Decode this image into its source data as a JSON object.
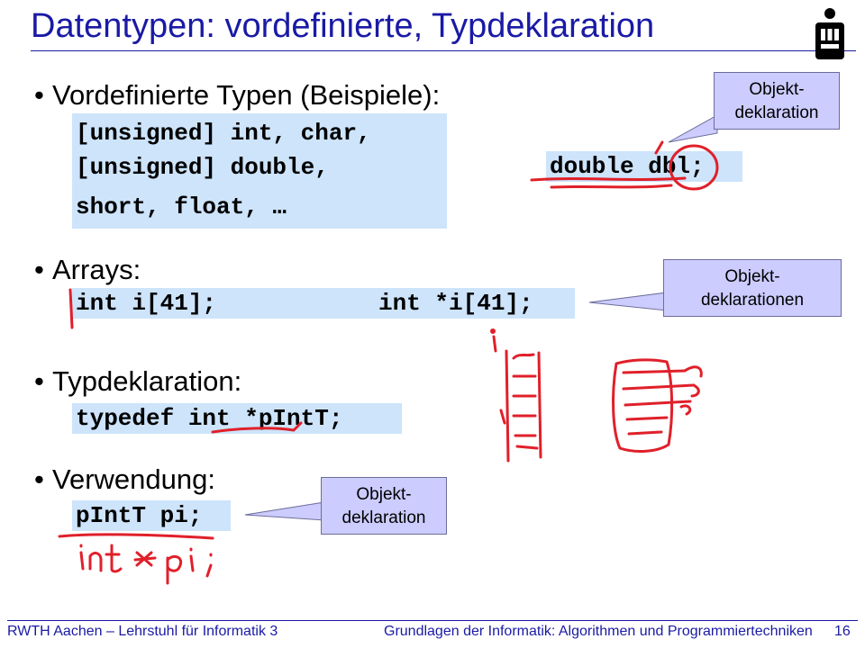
{
  "title": "Datentypen: vordefinierte, Typdeklaration",
  "bullets": {
    "predefined": "Vordefinierte Typen (Beispiele):",
    "arrays": "Arrays:",
    "typedecl": "Typdeklaration:",
    "usage": "Verwendung:"
  },
  "bullet_symbol": "•",
  "code": {
    "predefined_line1": "[unsigned] int, char,",
    "predefined_line2": "[unsigned] double,",
    "predefined_line3": "short, float, …",
    "double_decl": "double dbl;",
    "array_int": "int i[41];",
    "array_ptr": "int *i[41];",
    "typedef": "typedef int *pIntT;",
    "usage": "pIntT pi;"
  },
  "callouts": {
    "top": {
      "line1": "Objekt-",
      "line2": "deklaration"
    },
    "arrays": {
      "line1": "Objekt-",
      "line2": "deklarationen"
    },
    "usage": {
      "line1": "Objekt-",
      "line2": "deklaration"
    }
  },
  "footer": {
    "left": "RWTH Aachen – Lehrstuhl für Informatik 3",
    "right": "Grundlagen der Informatik: Algorithmen und Programmiertechniken",
    "page": "16"
  },
  "colors": {
    "title": "#1a1aa6",
    "code_background": "#cde4fb",
    "callout_background": "#ccccff",
    "ink": "#e0202a"
  },
  "icons": {
    "logo": "i3-logo-icon"
  }
}
